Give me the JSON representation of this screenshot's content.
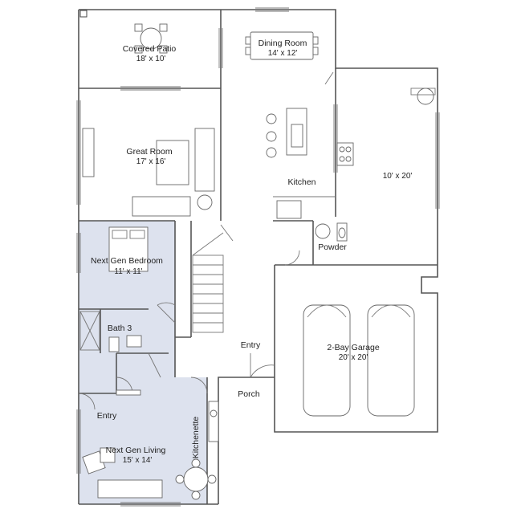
{
  "rooms": {
    "covered_patio": {
      "name": "Covered Patio",
      "dims": "18' x 10'"
    },
    "dining_room": {
      "name": "Dining Room",
      "dims": "14' x 12'"
    },
    "great_room": {
      "name": "Great Room",
      "dims": "17' x 16'"
    },
    "kitchen": {
      "name": "Kitchen"
    },
    "garage_extension": {
      "dims": "10' x 20'"
    },
    "powder": {
      "name": "Powder"
    },
    "next_gen_bedroom": {
      "name": "Next Gen Bedroom",
      "dims": "11' x 11'"
    },
    "bath_3": {
      "name": "Bath 3"
    },
    "entry_main": {
      "name": "Entry"
    },
    "garage": {
      "name": "2-Bay Garage",
      "dims": "20' x 20'"
    },
    "porch": {
      "name": "Porch"
    },
    "entry_next_gen": {
      "name": "Entry"
    },
    "kitchenette": {
      "name": "Kitchenette"
    },
    "next_gen_living": {
      "name": "Next Gen Living",
      "dims": "15' x 14'"
    }
  },
  "colors": {
    "next_gen_suite_fill": "#dde2ee",
    "wall": "#555555",
    "furniture": "#666666"
  }
}
